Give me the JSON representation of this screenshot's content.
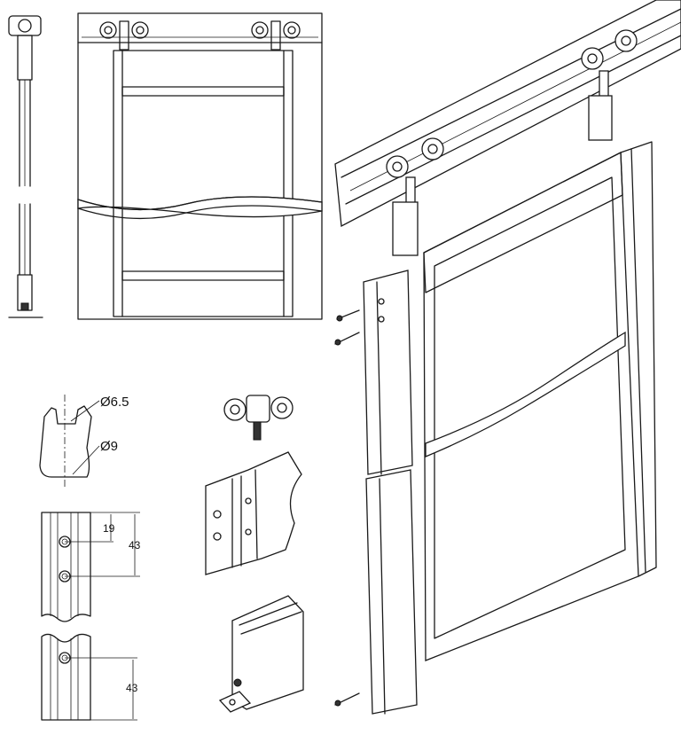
{
  "labels": {
    "inner_diameter": "Ø6.5",
    "outer_diameter": "Ø9",
    "first_hole_offset": "19",
    "hole_spacing": "43",
    "bottom_hole_offset": "43"
  }
}
